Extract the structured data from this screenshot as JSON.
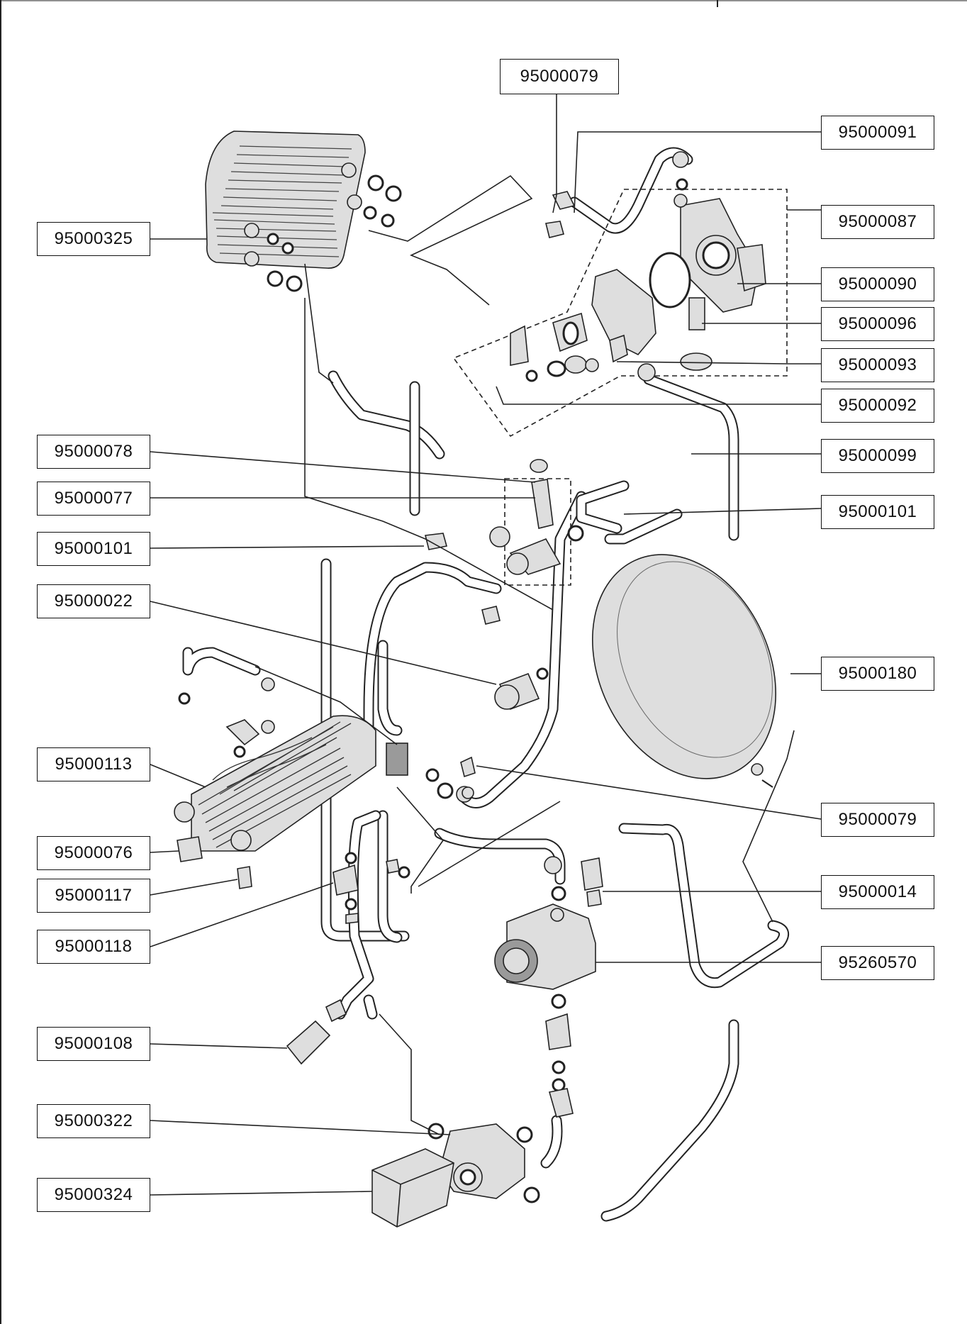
{
  "labels": {
    "top_95000079": "95000079",
    "r_95000091": "95000091",
    "r_95000087": "95000087",
    "r_95000090": "95000090",
    "r_95000096": "95000096",
    "r_95000093": "95000093",
    "r_95000092": "95000092",
    "r_95000099": "95000099",
    "r_95000101": "95000101",
    "r_95000180": "95000180",
    "r_95000079": "95000079",
    "r_95000014": "95000014",
    "r_95260570": "95260570",
    "l_95000325": "95000325",
    "l_95000078": "95000078",
    "l_95000077": "95000077",
    "l_95000101": "95000101",
    "l_95000022": "95000022",
    "l_95000113": "95000113",
    "l_95000076": "95000076",
    "l_95000117": "95000117",
    "l_95000118": "95000118",
    "l_95000108": "95000108",
    "l_95000322": "95000322",
    "l_95000324": "95000324"
  }
}
